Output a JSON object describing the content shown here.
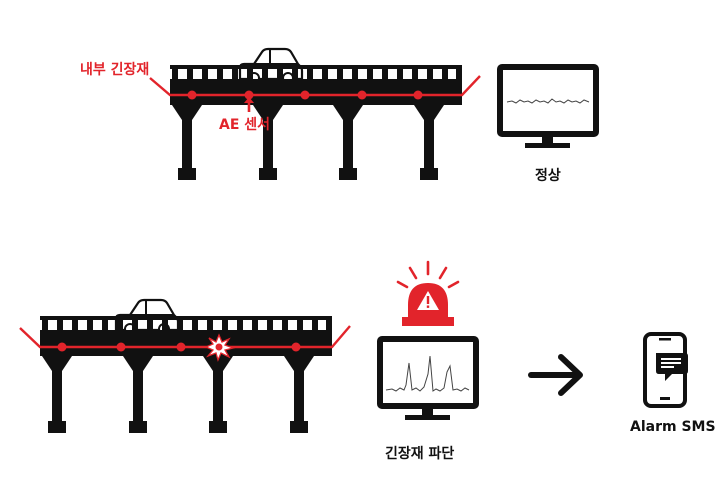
{
  "colors": {
    "structure": "#111111",
    "tendon": "#e2242b",
    "siren": "#e2242b",
    "background": "#ffffff"
  },
  "icons": {
    "car": "car-icon",
    "monitor": "monitor-icon",
    "siren": "siren-warning-icon",
    "arrow": "arrow-right-icon",
    "phone": "smartphone-message-icon"
  },
  "normal_scene": {
    "tendon_label": "내부 긴장재",
    "sensor_label": "AE 센서",
    "status_label": "정상"
  },
  "fault_scene": {
    "status_label": "긴장재 파단",
    "alert_label": "Alarm SMS"
  }
}
